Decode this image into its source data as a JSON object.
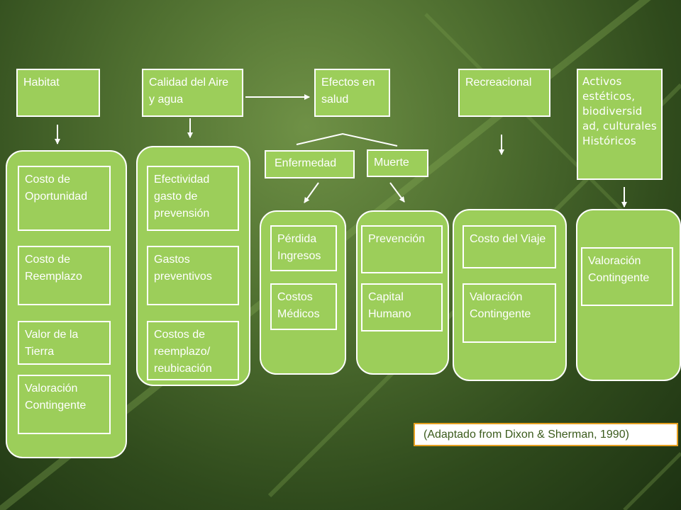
{
  "headers": {
    "habitat": "Habitat",
    "calidad": "Calidad del Aire y agua",
    "efectos": "Efectos en salud",
    "recreacional": "Recreacional",
    "activos": "Activos estéticos, biodiversid ad, culturales Históricos"
  },
  "sub_headers": {
    "enfermedad": "Enfermedad",
    "muerte": "Muerte"
  },
  "columns": {
    "habitat": [
      "Costo de Oportunidad",
      "Costo de Reemplazo",
      "Valor de la Tierra",
      "Valoración Contingente"
    ],
    "calidad": [
      "Efectividad gasto de prevensión",
      "Gastos preventivos",
      "Costos de reemplazo/ reubicación"
    ],
    "enfermedad": [
      "Pérdida Ingresos",
      "Costos Médicos"
    ],
    "muerte": [
      "Prevención",
      "Capital Humano"
    ],
    "recreacional": [
      "Costo del Viaje",
      "Valoración Contingente"
    ],
    "activos": [
      "Valoración Contingente"
    ]
  },
  "citation": "(Adaptado from Dixon & Sherman, 1990)",
  "colors": {
    "box_fill": "#9cce5a",
    "border": "#ffffff",
    "citation_border": "#e6a021"
  }
}
